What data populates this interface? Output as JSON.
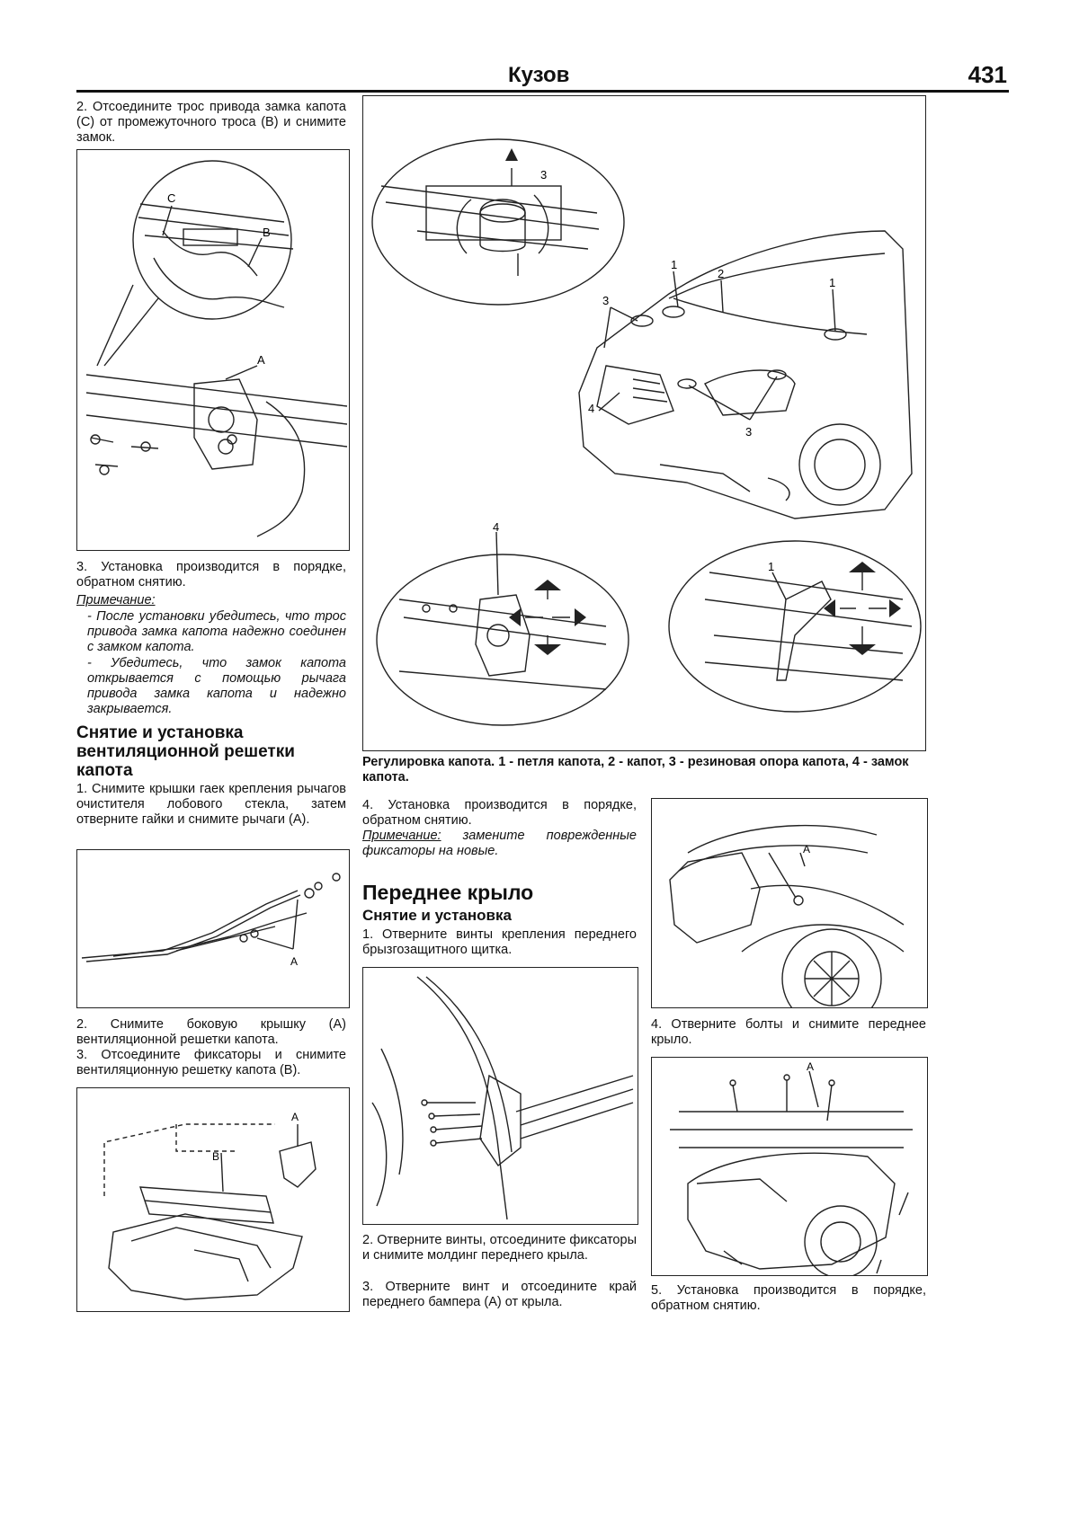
{
  "header": {
    "title": "Кузов",
    "page_number": "431"
  },
  "col1": {
    "step2": "2. Отсоедините трос привода замка капота (C) от промежуточного троса (B) и снимите замок.",
    "fig1_labels": {
      "c": "C",
      "b": "B",
      "a": "A"
    },
    "step3": "3. Установка производится в порядке, обратном снятию.",
    "note_label": "Примечание:",
    "note1": "- После установки убедитесь, что трос привода замка капота надежно соединен с замком капота.",
    "note2": "- Убедитесь, что замок капота открывается с помощью рычага привода замка капота и надежно закрывается.",
    "section_title": "Снятие и установка вентиляционной решетки капота",
    "vent_step1": "1. Снимите крышки гаек крепления рычагов очистителя лобового стекла, затем отверните гайки и снимите рычаги (A).",
    "fig2_labels": {
      "a": "A"
    },
    "vent_step2": "2. Снимите боковую крышку (A) вентиляционной решетки капота.",
    "vent_step3": "3. Отсоедините фиксаторы и снимите вентиляционную решетку капота (B).",
    "fig3_labels": {
      "a": "A",
      "b": "B"
    }
  },
  "main_fig": {
    "labels": {
      "n1a": "1",
      "n1b": "1",
      "n2": "2",
      "n3a": "3",
      "n3b": "3",
      "n3c": "3",
      "n4a": "4",
      "n4b": "4",
      "n1c": "1"
    },
    "caption": "Регулировка капота. 1 - петля капота, 2 - капот, 3 - резиновая опора капота, 4 - замок капота."
  },
  "col2": {
    "step4": "4. Установка производится в порядке, обратном снятию.",
    "note_label": "Примечание:",
    "note_text": " замените поврежденные фиксаторы на новые.",
    "section_title": "Переднее крыло",
    "subsection_title": "Снятие и установка",
    "fender_step1": "1. Отверните винты крепления переднего брызгозащитного щитка.",
    "fender_step2": "2. Отверните винты, отсоедините фиксаторы и снимите молдинг переднего крыла.",
    "fender_step3": "3. Отверните винт и отсоедините край переднего бампера (A) от крыла."
  },
  "col3": {
    "fig_labels": {
      "a": "A",
      "a2": "A"
    },
    "fender_step4": "4. Отверните болты и снимите переднее крыло.",
    "fender_step5": "5. Установка производится в порядке, обратном снятию."
  }
}
